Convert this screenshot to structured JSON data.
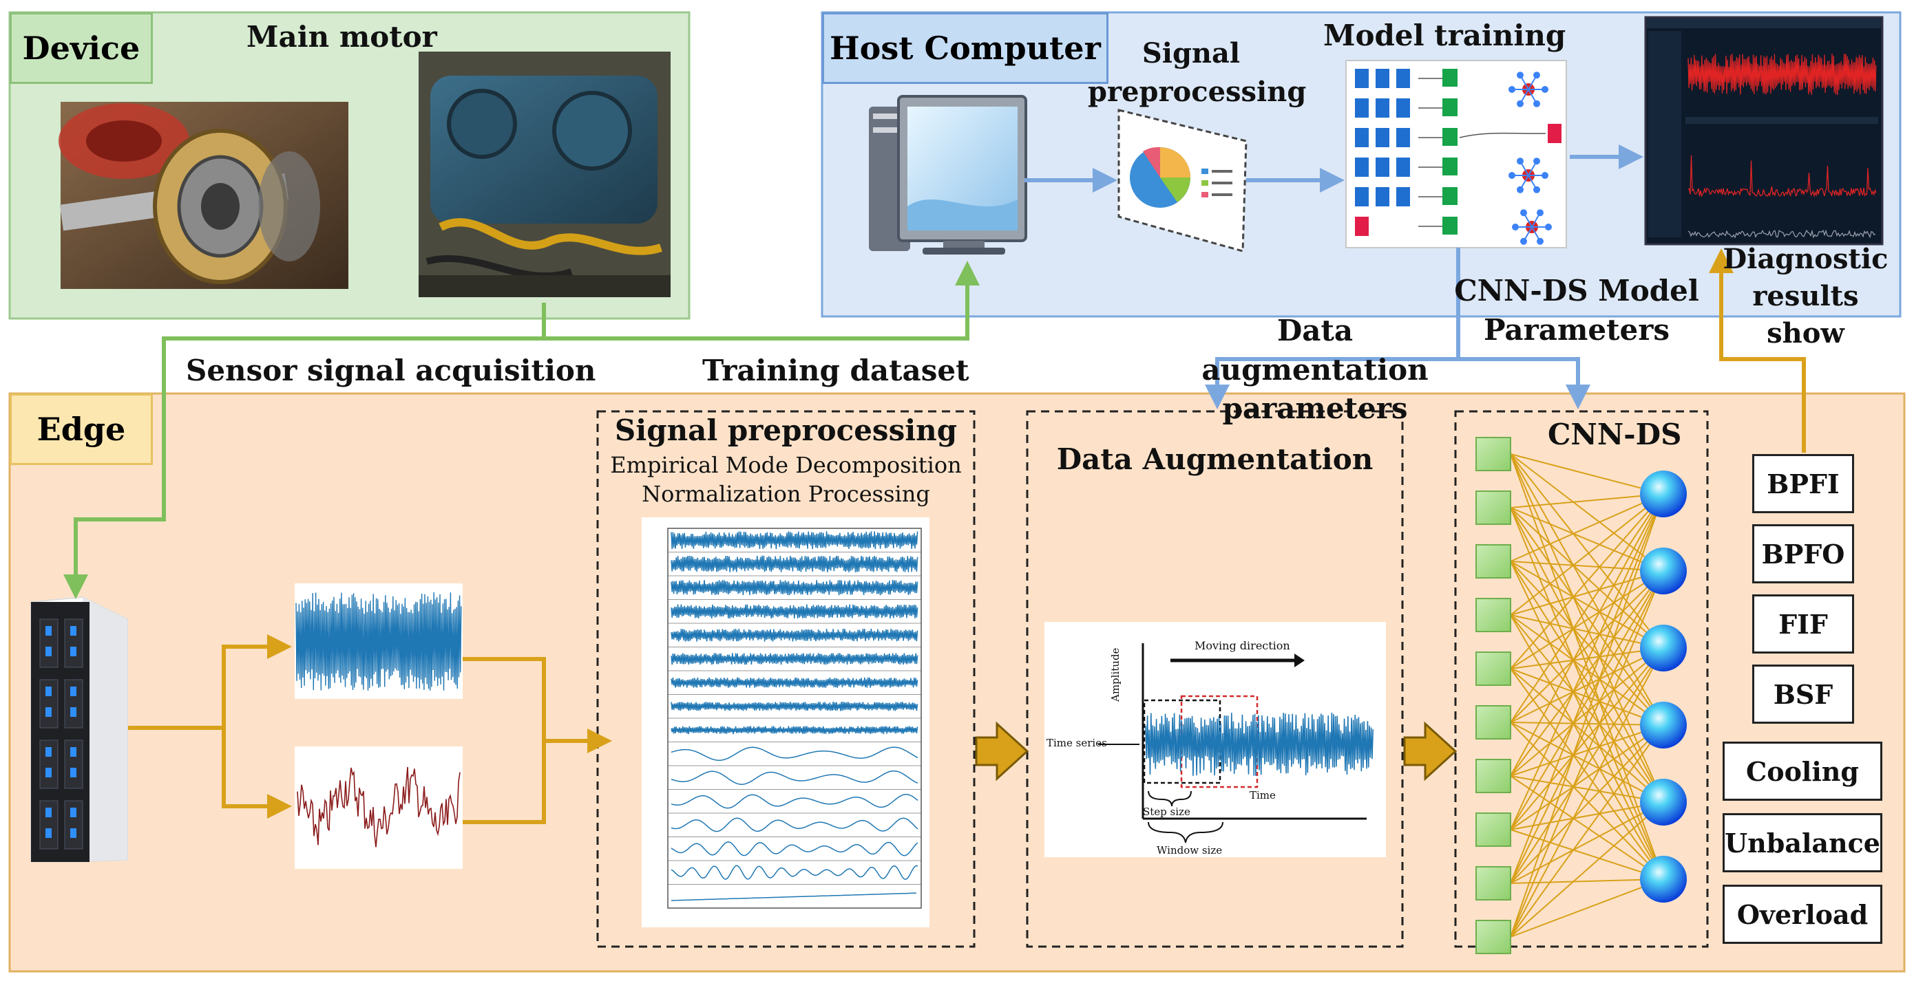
{
  "device": {
    "title": "Device",
    "main_motor": "Main motor"
  },
  "host": {
    "title": "Host Computer",
    "signal_preprocessing": "Signal preprocessing",
    "model_training": "Model training",
    "diagnostic_results": "Diagnostic results show"
  },
  "edge": {
    "title": "Edge"
  },
  "flows": {
    "sensor_signal_acquisition": "Sensor signal acquisition",
    "training_dataset": "Training dataset",
    "data_augmentation_parameters": "Data augmentation parameters",
    "cnn_ds_model_parameters": "CNN-DS Model Parameters"
  },
  "preprocessing": {
    "title": "Signal preprocessing",
    "line1": "Empirical Mode Decomposition",
    "line2": "Normalization Processing"
  },
  "augmentation": {
    "title": "Data Augmentation",
    "moving_direction": "Moving direction",
    "amplitude": "Amplitude",
    "time_series": "Time series",
    "time": "Time",
    "step_size": "Step size",
    "window_size": "Window size"
  },
  "cnn": {
    "title": "CNN-DS"
  },
  "outputs": [
    "BPFI",
    "BPFO",
    "FIF",
    "BSF",
    "Cooling",
    "Unbalance",
    "Overload"
  ],
  "colors": {
    "device_panel": "#d6ebd0",
    "host_panel": "#dce8f7",
    "edge_panel": "#fde2c9",
    "green_arrow": "#7fbf5c",
    "blue_arrow": "#7ba7df",
    "orange_arrow": "#d9a11a",
    "signal_blue": "#1f77b4",
    "signal_red": "#8b1a1a"
  }
}
